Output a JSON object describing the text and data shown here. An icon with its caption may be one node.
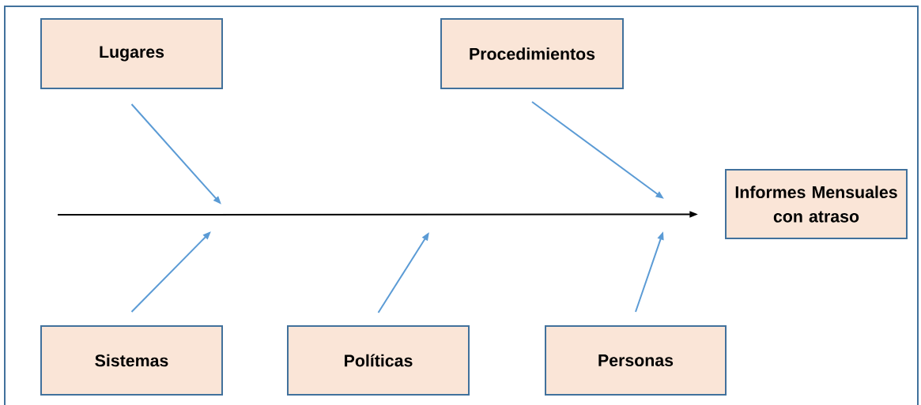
{
  "diagram": {
    "nodes": [
      {
        "text": [
          "Lugares"
        ]
      },
      {
        "text": [
          "Procedimientos"
        ]
      },
      {
        "text": [
          "Informes Mensuales con atraso"
        ]
      },
      {
        "text": [
          "Sistemas"
        ]
      },
      {
        "text": [
          "Políticas"
        ]
      },
      {
        "text": [
          "Personas"
        ]
      }
    ],
    "edges": [
      {
        "from": null,
        "to": 2,
        "arrow": "to",
        "color": "#000000"
      },
      {
        "from": 0,
        "to": null,
        "arrow": "to",
        "color": "#5b9bd5"
      },
      {
        "from": 1,
        "to": null,
        "arrow": "to",
        "color": "#5b9bd5"
      },
      {
        "from": 3,
        "to": null,
        "arrow": "to",
        "color": "#5b9bd5"
      },
      {
        "from": 4,
        "to": null,
        "arrow": "to",
        "color": "#5b9bd5"
      },
      {
        "from": 5,
        "to": null,
        "arrow": "to",
        "color": "#5b9bd5"
      }
    ]
  }
}
